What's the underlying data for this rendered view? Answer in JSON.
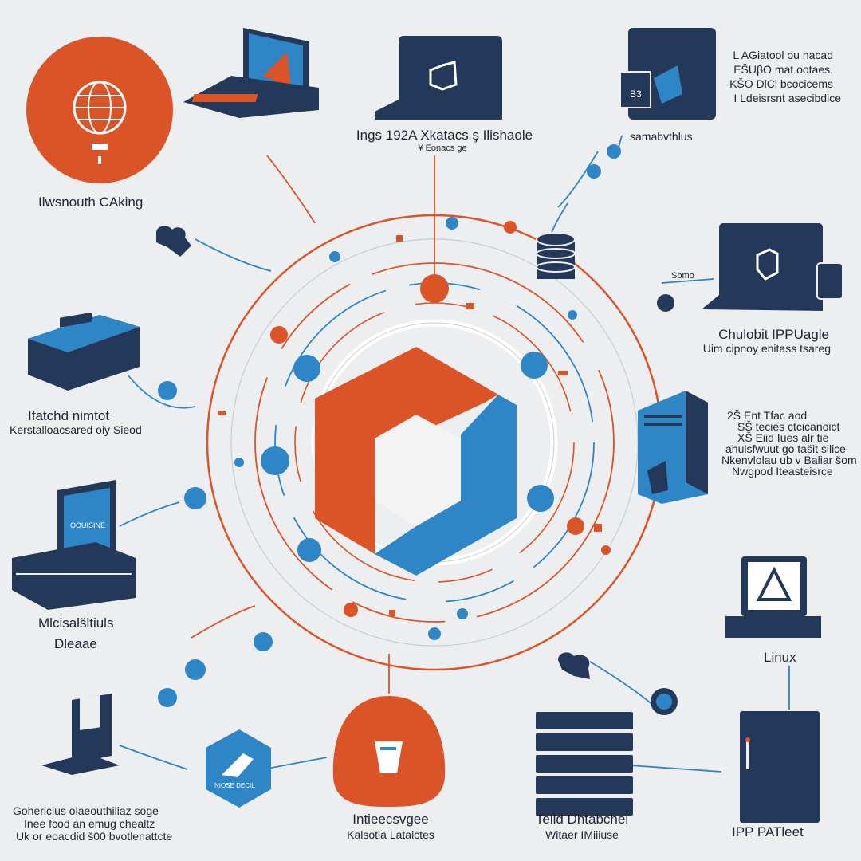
{
  "colors": {
    "orange": "#db5427",
    "blue": "#2f86c6",
    "navy": "#24395a",
    "ink": "#1d2433",
    "background": "#eceef0"
  },
  "labels": {
    "top_left": "Ilwsnouth CAking",
    "top_center_title": "Ings 192A Xkatacs ş Ilishaole",
    "top_center_sub": "¥ Eonacs ge",
    "top_right": [
      "L AGiatool ou nacad",
      "EŠUβO mat ootaes.",
      "KŠO DlCl bcocicems",
      "I Ldeisrsnt asecibdice"
    ],
    "right_upper_small": "samabvthlus",
    "right_mid_title": "Chulobit IPPUagle",
    "right_mid_sub": "Uim cipnoy enitass tsareg",
    "right_lower": [
      "2Š Ent Tfac aod",
      "SŠ tecies ctcicanoict",
      "XŠ Eiid Iues alr tie",
      "ahulsfwuut go tašit silice",
      "Nkenvlolau ub v Baliar šom",
      "Nwgpod Iteasteisrce"
    ],
    "left_mid_title": "Ifatchd nimtot",
    "left_mid_sub": "Kerstalloacsared oiy Sieod",
    "left_lower": [
      "Mlcisalšltiuls",
      "Dleaae"
    ],
    "bottom_left": [
      "Gohericlus olaeouthiliaz soge",
      "Inee fcod an emug chealtz",
      "Uk or eoacdid š00 bvotlenattcte"
    ],
    "bottom_center_title": "Intieecsvgee",
    "bottom_center_sub": "Kalsotia Lataictes",
    "bottom_right_center": [
      "Teild Dhtabchel",
      "Witaer IMiiiuse"
    ],
    "bottom_right": "IPP PATleet",
    "right_linux": "Linux",
    "right_small_top": "Sbmo",
    "hexagon_bottom_left": "NIOSE DECIL",
    "laptop_screen": "OOUISINE",
    "box_chip": "B3"
  },
  "icons": [
    "globe-icon",
    "laptop-icon",
    "monitor-icon",
    "tablet-icon",
    "server-icon",
    "router-icon",
    "database-icon",
    "warning-icon",
    "shield-icon",
    "cloud-icon",
    "tower-icon",
    "cube-logo-icon",
    "document-icon",
    "rack-icon"
  ]
}
